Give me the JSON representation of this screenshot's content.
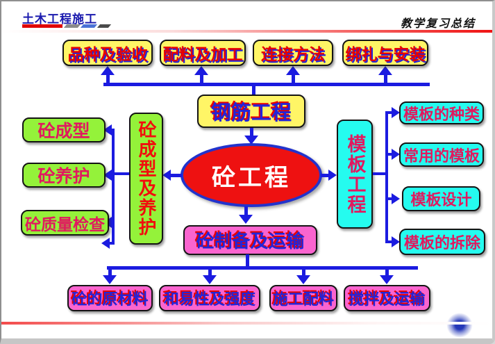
{
  "header": {
    "logo": "土木工程施工",
    "title": "教学复习总结"
  },
  "nodes": {
    "center": {
      "label": "砼工程"
    },
    "rebar": {
      "label": "钢筋工程"
    },
    "rebar_children": [
      {
        "label": "品种及验收"
      },
      {
        "label": "配料及加工"
      },
      {
        "label": "连接方法"
      },
      {
        "label": "绑扎与安装"
      }
    ],
    "forming": {
      "label": "砼成型及养护"
    },
    "forming_children": [
      {
        "label": "砼成型"
      },
      {
        "label": "砼养护"
      },
      {
        "label": "砼质量检查"
      }
    ],
    "formwork": {
      "label": "模板工程"
    },
    "formwork_children": [
      {
        "label": "模板的种类"
      },
      {
        "label": "常用的模板"
      },
      {
        "label": "模板设计"
      },
      {
        "label": "模板的拆除"
      }
    ],
    "mixing": {
      "label": "砼制备及运输"
    },
    "mixing_children": [
      {
        "label": "砼的原材料"
      },
      {
        "label": "和易性及强度"
      },
      {
        "label": "施工配料"
      },
      {
        "label": "搅拌及运输"
      }
    ]
  },
  "colors": {
    "arrow_blue": "#1B1BE0",
    "box_yellow": "#FFF566",
    "box_green": "#94F23A",
    "box_cyan": "#25FBEF",
    "box_pink": "#FA64CF",
    "ellipse_red": "#EE1111",
    "ellipse_border_blue": "#2233CC",
    "text_red": "#E80000",
    "text_blue": "#2324D8",
    "text_crimson": "#E1195F",
    "header_logo_blue": "#1A1AAE",
    "accent_rule_red": "#F01414"
  }
}
